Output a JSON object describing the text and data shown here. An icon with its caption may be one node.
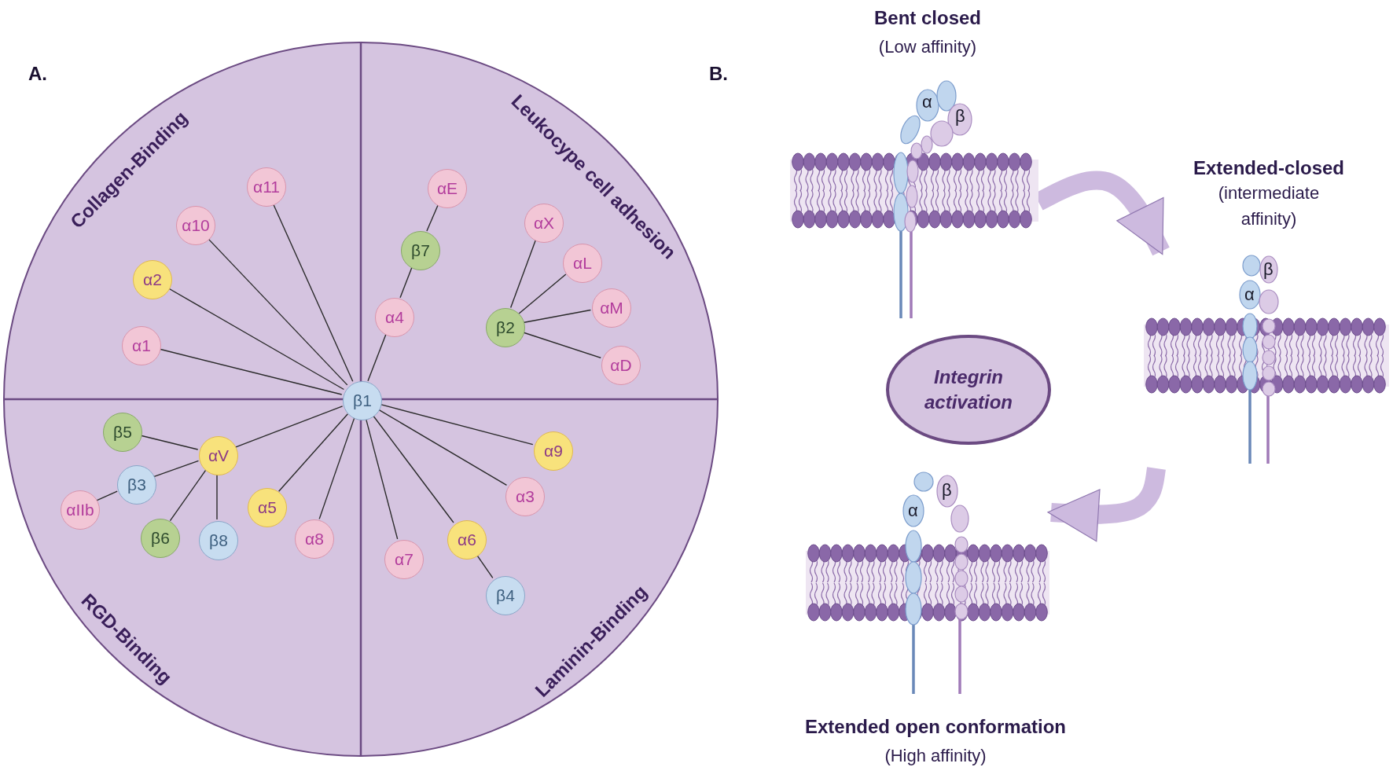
{
  "diagram": {
    "nodes": [
      {
        "text": [
          "Collagen-Binding",
          "Leukocype cell adhesion",
          "RGD-Binding",
          "Laminin-Binding"
        ]
      },
      {
        "text": [
          "α11"
        ],
        "in": 0
      },
      {
        "text": [
          "αE"
        ],
        "in": 0
      },
      {
        "text": [
          "α10"
        ],
        "in": 0
      },
      {
        "text": [
          "αX"
        ],
        "in": 0
      },
      {
        "text": [
          "β7"
        ],
        "in": 0
      },
      {
        "text": [
          "αL"
        ],
        "in": 0
      },
      {
        "text": [
          "α2"
        ],
        "in": 0
      },
      {
        "text": [
          "αM"
        ],
        "in": 0
      },
      {
        "text": [
          "α4"
        ],
        "in": 0
      },
      {
        "text": [
          "β2"
        ],
        "in": 0
      },
      {
        "text": [
          "α1"
        ],
        "in": 0
      },
      {
        "text": [
          "αD"
        ],
        "in": 0
      },
      {
        "text": [
          "β1"
        ],
        "in": 0
      },
      {
        "text": [
          "β5"
        ],
        "in": 0
      },
      {
        "text": [
          "α9"
        ],
        "in": 0
      },
      {
        "text": [
          "αV"
        ],
        "in": 0
      },
      {
        "text": [
          "β3"
        ],
        "in": 0
      },
      {
        "text": [
          "α3"
        ],
        "in": 0
      },
      {
        "text": [
          "α5"
        ],
        "in": 0
      },
      {
        "text": [
          "αIIb"
        ],
        "in": 0
      },
      {
        "text": [
          "β6"
        ],
        "in": 0
      },
      {
        "text": [
          "α8"
        ],
        "in": 0
      },
      {
        "text": [
          "α6"
        ],
        "in": 0
      },
      {
        "text": [
          "β8"
        ],
        "in": 0
      },
      {
        "text": [
          "α7"
        ],
        "in": 0
      },
      {
        "text": [
          "β4"
        ],
        "in": 0
      },
      {
        "text": [],
        "shape": "picture",
        "beside": [
          "Bent closed",
          "(Low affinity)"
        ]
      },
      {
        "text": [],
        "shape": "picture",
        "beside": [
          "Extended-closed",
          "(intermediate affinity)"
        ]
      },
      {
        "text": [
          "Integrin activation"
        ]
      },
      {
        "text": [],
        "shape": "picture",
        "beside": [
          "Extended open conformation",
          "(High affinity)"
        ]
      }
    ],
    "edges": [
      {
        "from": 13,
        "to": 1,
        "arrow": "none"
      },
      {
        "from": 13,
        "to": 3,
        "arrow": "none"
      },
      {
        "from": 13,
        "to": 7,
        "arrow": "none"
      },
      {
        "from": 13,
        "to": 11,
        "arrow": "none"
      },
      {
        "from": 13,
        "to": 9,
        "arrow": "none"
      },
      {
        "from": 9,
        "to": 5,
        "arrow": "none"
      },
      {
        "from": 5,
        "to": 2,
        "arrow": "none"
      },
      {
        "from": 10,
        "to": 4,
        "arrow": "none"
      },
      {
        "from": 10,
        "to": 6,
        "arrow": "none"
      },
      {
        "from": 10,
        "to": 8,
        "arrow": "none"
      },
      {
        "from": 10,
        "to": 12,
        "arrow": "none"
      },
      {
        "from": 13,
        "to": 15,
        "arrow": "none"
      },
      {
        "from": 13,
        "to": 18,
        "arrow": "none"
      },
      {
        "from": 13,
        "to": 23,
        "arrow": "none"
      },
      {
        "from": 23,
        "to": 26,
        "arrow": "none"
      },
      {
        "from": 13,
        "to": 25,
        "arrow": "none"
      },
      {
        "from": 13,
        "to": 22,
        "arrow": "none"
      },
      {
        "from": 13,
        "to": 19,
        "arrow": "none"
      },
      {
        "from": 13,
        "to": 16,
        "arrow": "none"
      },
      {
        "from": 16,
        "to": 14,
        "arrow": "none"
      },
      {
        "from": 16,
        "to": 17,
        "arrow": "none"
      },
      {
        "from": 16,
        "to": 21,
        "arrow": "none"
      },
      {
        "from": 16,
        "to": 24,
        "arrow": "none"
      },
      {
        "from": 17,
        "to": 20,
        "arrow": "none"
      },
      {
        "from": 27,
        "to": 28,
        "arrow": "to",
        "style": "thick",
        "color": "#cdbadf"
      },
      {
        "from": 28,
        "to": 30,
        "arrow": "to",
        "style": "thick",
        "color": "#cdbadf"
      }
    ],
    "labels": [
      "A.",
      "B.",
      "α",
      "β",
      "β",
      "α",
      "β",
      "α"
    ]
  }
}
